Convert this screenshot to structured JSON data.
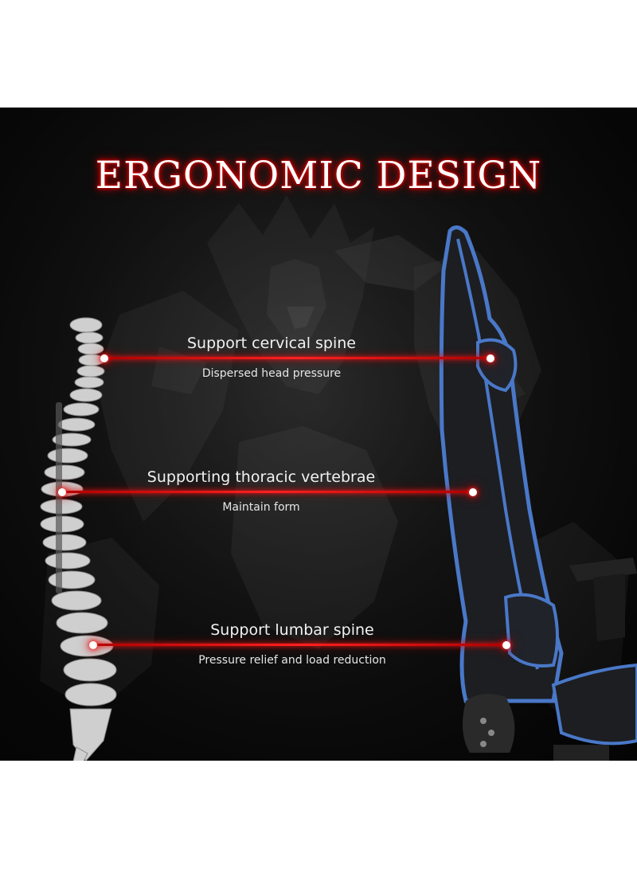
{
  "title": "ERGONOMIC DESIGN",
  "callouts": [
    {
      "label": "Support cervical spine",
      "sub": "Dispersed head pressure"
    },
    {
      "label": "Supporting thoracic vertebrae",
      "sub": "Maintain form"
    },
    {
      "label": "Support lumbar spine",
      "sub": "Pressure relief and load reduction"
    }
  ],
  "colors": {
    "background": "#1a1a1a",
    "title_glow": "#d00000",
    "line": "#ff2020",
    "chair_accent": "#4a78c8",
    "chair_body": "#1c1e22",
    "spine": "#cfcfcf"
  },
  "images": [
    "spine-illustration",
    "gaming-chair-side-view",
    "dark-fantasy-background-art"
  ]
}
